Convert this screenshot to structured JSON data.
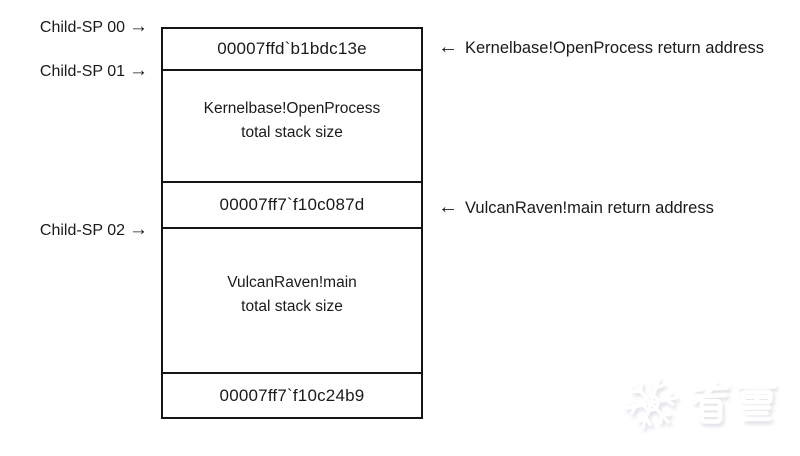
{
  "colors": {
    "background": "#ffffff",
    "line": "#141414",
    "text": "#1a1a1a",
    "watermark_fill": "#ffffff",
    "watermark_shadow": "#e2e2e9"
  },
  "diagram": {
    "stack_pointer_labels": [
      {
        "label": "Child-SP 00",
        "arrow": "→"
      },
      {
        "label": "Child-SP 01",
        "arrow": "→"
      },
      {
        "label": "Child-SP 02",
        "arrow": "→"
      }
    ],
    "stack_cells": [
      {
        "kind": "return-address",
        "text": "00007ffd`b1bdc13e"
      },
      {
        "kind": "stack-frame",
        "line1": "Kernelbase!OpenProcess",
        "line2": "total stack size"
      },
      {
        "kind": "return-address",
        "text": "00007ff7`f10c087d"
      },
      {
        "kind": "stack-frame",
        "line1": "VulcanRaven!main",
        "line2": "total stack size"
      },
      {
        "kind": "return-address",
        "text": "00007ff7`f10c24b9"
      }
    ],
    "annotations": [
      {
        "arrow": "←",
        "text": "Kernelbase!OpenProcess return address"
      },
      {
        "arrow": "←",
        "text": "VulcanRaven!main return address"
      }
    ]
  },
  "watermark": {
    "icon": "kanxue-snowflake",
    "text": "看雪"
  }
}
